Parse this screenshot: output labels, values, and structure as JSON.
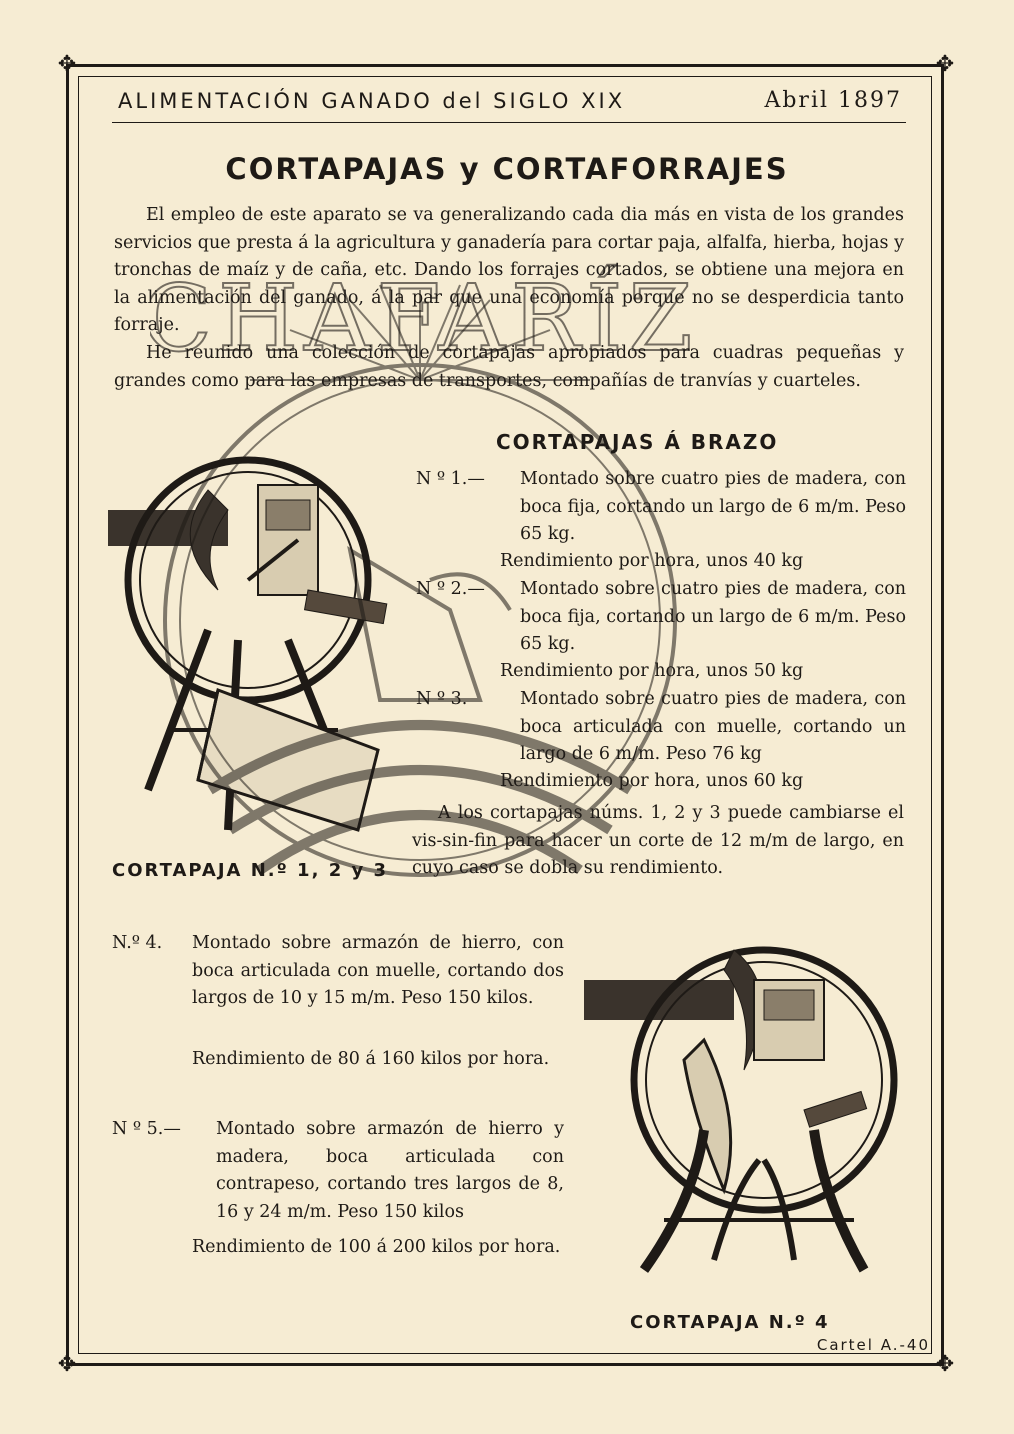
{
  "header": {
    "title": "ALIMENTACIÓN GANADO del SIGLO XIX",
    "date": "Abril 1897"
  },
  "main_title": "CORTAPAJAS y CORTAFORRAJES",
  "intro": {
    "p1": "El empleo de este aparato se va generalizando cada dia más en vista de los grandes servicios que presta á la agricultura y ganadería para cortar paja, alfalfa, hierba, hojas y tronchas de maíz y de caña, etc. Dando los forrajes cortados, se obtiene una mejora en la alimentación del ganado, á la par que una economía porque no se desperdicia tanto forraje.",
    "p2": "He reunido una colección de cortapajas apropiados para cuadras pequeñas y grandes como para las empresas de transportes, compañías de tranvías y cuarteles."
  },
  "section_heading": "CORTAPAJAS Á BRAZO",
  "items_brazo": [
    {
      "num": "N º 1.—",
      "text": "Montado sobre cuatro pies de madera, con boca fija, cortando un largo de 6 m/m. Peso 65 kg.",
      "yield": "Rendimiento por hora, unos 40 kg"
    },
    {
      "num": "N º 2.—",
      "text": "Montado sobre cuatro pies de madera, con boca fija, cortando un largo de 6 m/m. Peso 65 kg.",
      "yield": "Rendimiento por hora, unos 50 kg"
    },
    {
      "num": "N º 3.",
      "text": "Montado sobre cuatro pies de madera, con boca articulada con muelle, cortando un largo de 6 m/m. Peso 76 kg",
      "yield": "Rendimiento por hora, unos 60 kg"
    }
  ],
  "note": "A los cortapajas núms. 1, 2 y 3 puede cambiarse el vis-sin-fin para hacer un corte de 12 m/m de largo, en cuyo caso se dobla su rendimiento.",
  "caption_1": "CORTAPAJA N.º 1, 2 y 3",
  "items_iron": [
    {
      "num": "N.º 4.",
      "text": "Montado sobre armazón de hierro, con boca articulada con muelle, cortando dos largos de 10 y 15 m/m. Peso 150 kilos.",
      "yield": "Rendimiento de 80 á 160 kilos por hora."
    },
    {
      "num": "N º 5.—",
      "text": "Montado sobre armazón de hierro y madera, boca articulada con contrapeso, cortando tres largos de 8, 16 y 24 m/m. Peso 150 kilos",
      "yield": "Rendimiento de 100 á 200 kilos por hora."
    }
  ],
  "caption_2": "CORTAPAJA N.º 4",
  "footer": "Cartel A.-40",
  "watermark_text": "CHAFARÍZ",
  "colors": {
    "paper": "#f6ecd3",
    "ink": "#1e1a16"
  }
}
